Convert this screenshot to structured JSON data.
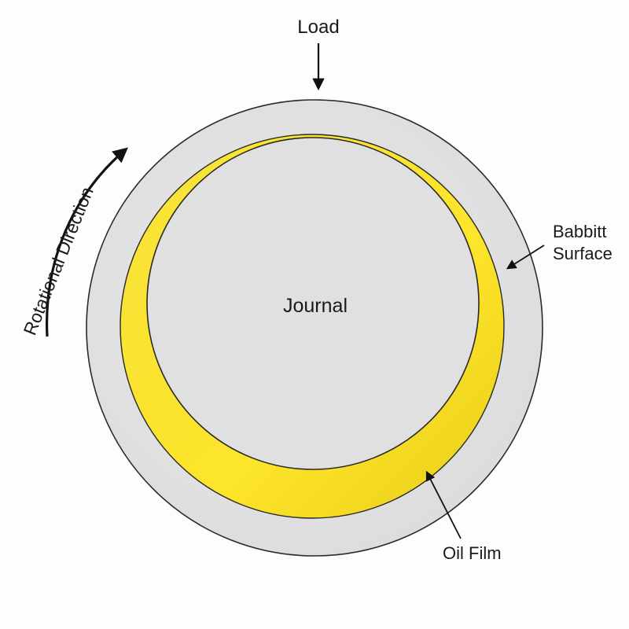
{
  "labels": {
    "load": "Load",
    "journal": "Journal",
    "babbitt_line1": "Babbitt",
    "babbitt_line2": "Surface",
    "oil_film": "Oil Film",
    "rotation": "Rotational Direction"
  },
  "colors": {
    "bearing": "#e3e3e3",
    "journal": "#e0e0e0",
    "oil": "#f5dc25",
    "outline": "#2a2a2a"
  }
}
